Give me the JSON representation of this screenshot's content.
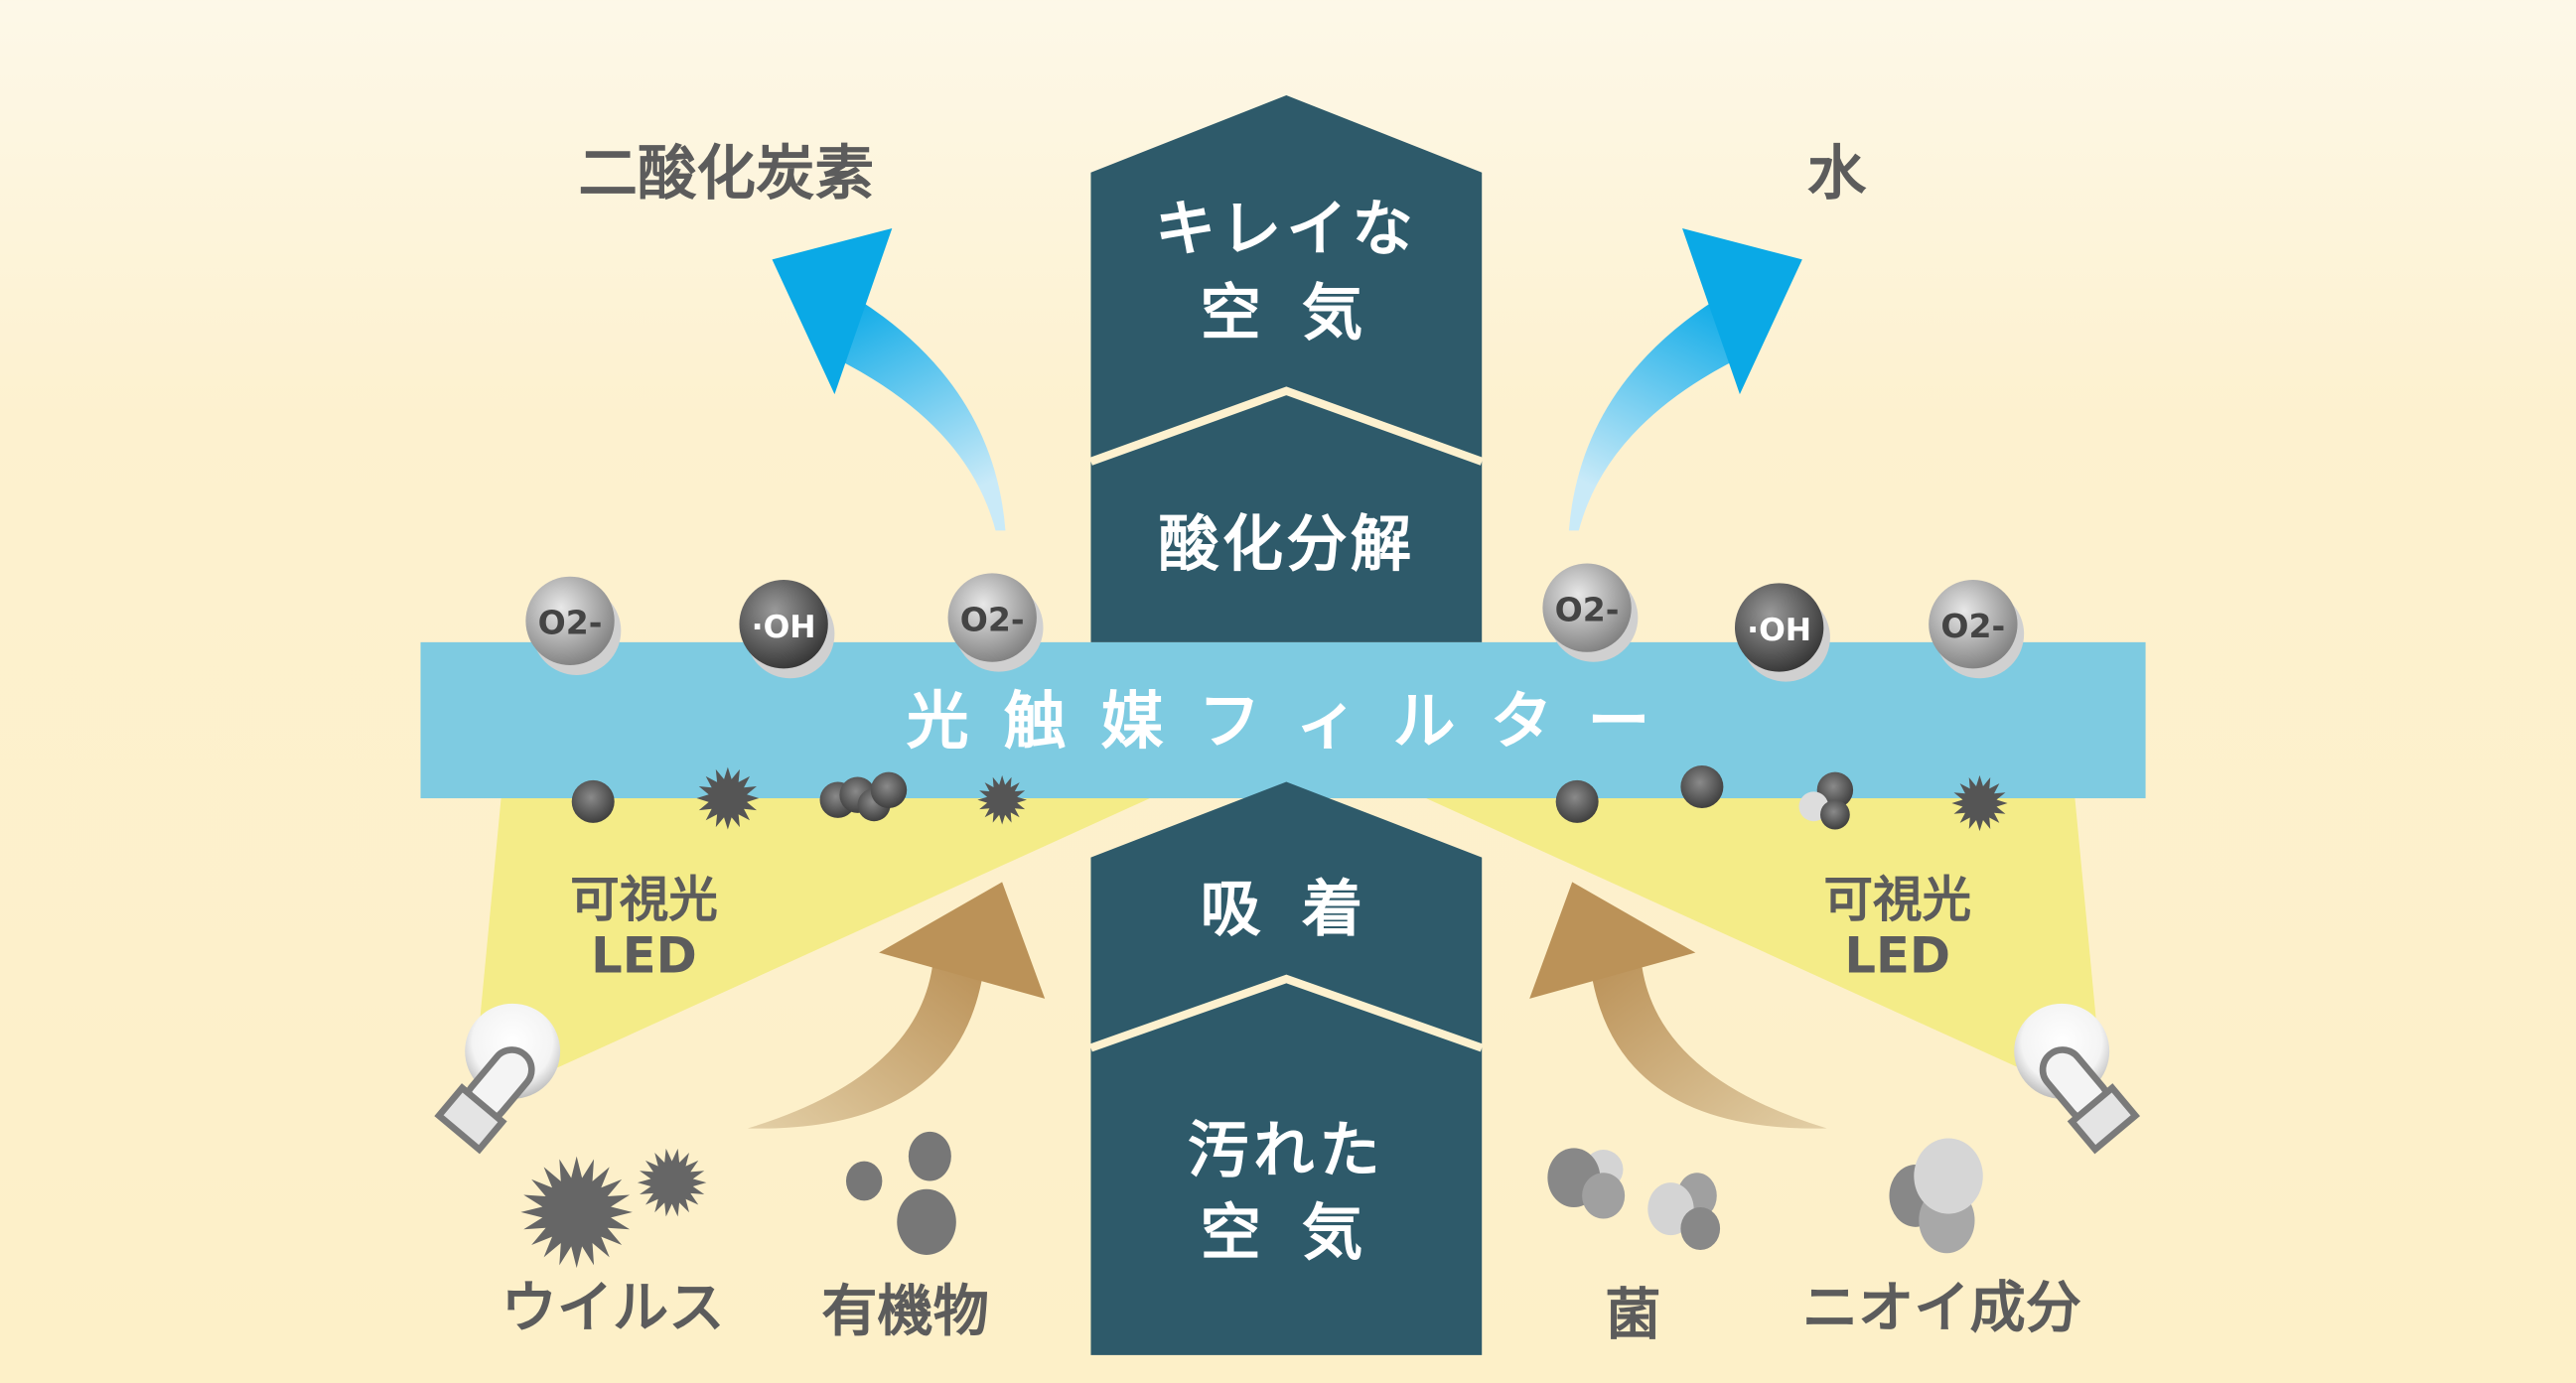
{
  "top_arrow": {
    "line1": "キレイな",
    "line2": "空 気",
    "process": "酸化分解"
  },
  "bottom_arrow": {
    "process": "吸 着",
    "line1": "汚れた",
    "line2": "空 気"
  },
  "filter": {
    "label": "光 触 媒 フ ィ ル タ ー"
  },
  "outputs": {
    "left": "二酸化炭素",
    "right": "水"
  },
  "molecules": [
    "O2-",
    "·OH",
    "O2-",
    "O2-",
    "·OH",
    "O2-"
  ],
  "led": {
    "left_line1": "可視光",
    "left_line2": "LED",
    "right_line1": "可視光",
    "right_line2": "LED"
  },
  "pollutants": {
    "virus": "ウイルス",
    "organic": "有機物",
    "bacteria": "菌",
    "odor": "ニオイ成分"
  },
  "colors": {
    "column": "#2e5a6a",
    "filter": "#7ecbe1",
    "beam": "#f4ec88",
    "text": "#5c5c5c"
  }
}
